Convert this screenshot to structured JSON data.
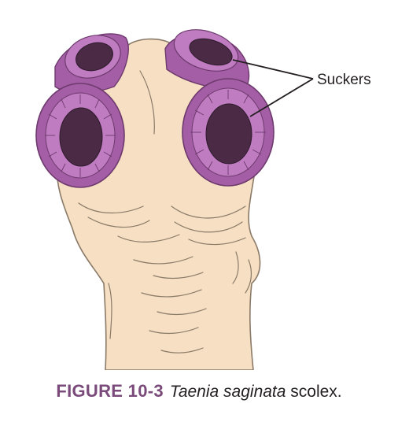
{
  "labels": {
    "suckers": "Suckers"
  },
  "caption": {
    "figure_number": "FIGURE 10-3",
    "species_name": "Taenia saginata",
    "suffix": " scolex."
  },
  "colors": {
    "tissue": "#f6dfc2",
    "tissue_outline": "#8a7a68",
    "sucker_rim": "#a45ea5",
    "sucker_inner": "#4a2a45",
    "caption_number": "#7a4a7a"
  }
}
